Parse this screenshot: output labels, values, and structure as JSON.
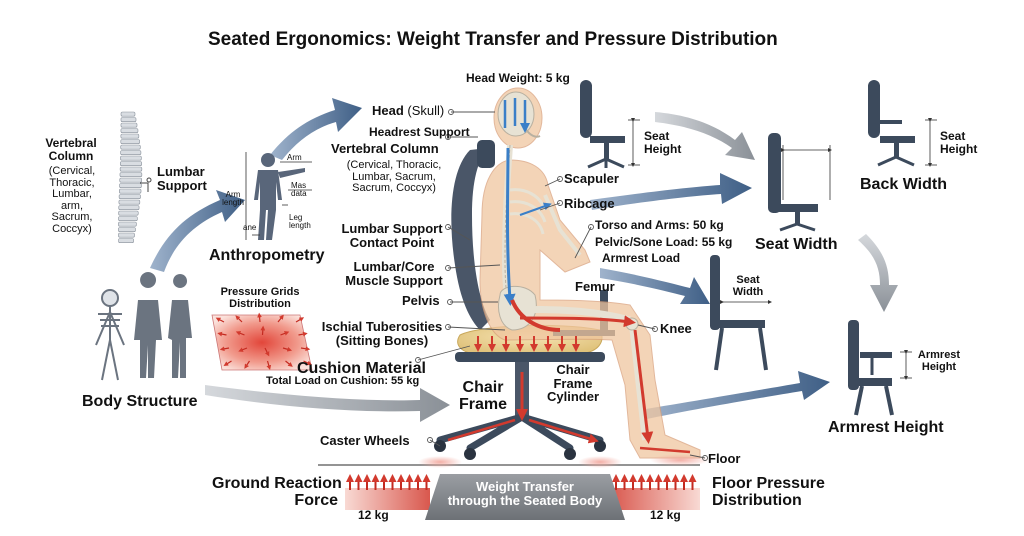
{
  "title": "Seated Ergonomics: Weight Transfer and Pressure Distribution",
  "left": {
    "vertebral_column": "Vertebral\nColumn",
    "vertebral_detail": "(Cervical,\nThoracic,\nLumbar,\narm,\nSacrum,\nCoccyx)",
    "lumbar_support": "Lumbar\nSupport",
    "anthropometry": "Anthropometry",
    "anthro_arm": "Arm",
    "anthro_arm_length": "Arm\nlength",
    "anthro_mass_data": "Mas\ndata",
    "anthro_ane": "ane",
    "anthro_leg_length": "Leg\nlength",
    "body_structure": "Body Structure",
    "pressure_grids": "Pressure Grids\nDistribution",
    "total_load": "Total Load on Cushion: 55 kg"
  },
  "center": {
    "head_weight": "Head Weight: 5 kg",
    "head": "Head",
    "skull": "(Skull)",
    "headrest_support": "Headrest Support",
    "vertebral_column": "Vertebral Column",
    "vertebral_detail": "(Cervical, Thoracic,\nLumbar, Sacrum,\nSacrum, Coccyx)",
    "lumbar_contact": "Lumbar Support\nContact Point",
    "lumbar_core": "Lumbar/Core\nMuscle Support",
    "pelvis": "Pelvis",
    "ischial": "Ischial Tuberosities\n(Sitting Bones)",
    "cushion_material": "Cushion Material",
    "chair_frame": "Chair\nFrame",
    "chair_frame_cylinder": "Chair\nFrame\nCylinder",
    "caster_wheels": "Caster Wheels",
    "scapuler": "Scapuler",
    "ribcage": "Ribcage",
    "torso_arms": "Torso and Arms: 50 kg",
    "pelvic_load": "Pelvic/Sone Load: 55 kg",
    "armrest_load": "Armrest Load",
    "femur": "Femur",
    "knee": "Knee",
    "floor": "Floor"
  },
  "bottom": {
    "ground_reaction": "Ground Reaction\nForce",
    "left_kg": "12 kg",
    "weight_transfer": "Weight Transfer\nthrough the Seated Body",
    "right_kg": "12 kg",
    "floor_pressure": "Floor Pressure\nDistribution"
  },
  "right": {
    "seat_height": "Seat\nHeight",
    "seat_height_2": "Seat\nHeight",
    "back_width": "Back Width",
    "seat_width": "Seat Width",
    "seat_width_small": "Seat\nWidth",
    "armrest_height_small": "Armrest\nHeight",
    "armrest_height": "Armrest Height"
  },
  "colors": {
    "arrow_gray": "#8a9097",
    "arrow_blue": "#3f5f86",
    "chair_dark": "#3c4a5c",
    "bone": "#e7e2d4",
    "skin": "#f0c6a0",
    "force_red": "#d23a2e",
    "flow_blue": "#3a7fc8"
  }
}
